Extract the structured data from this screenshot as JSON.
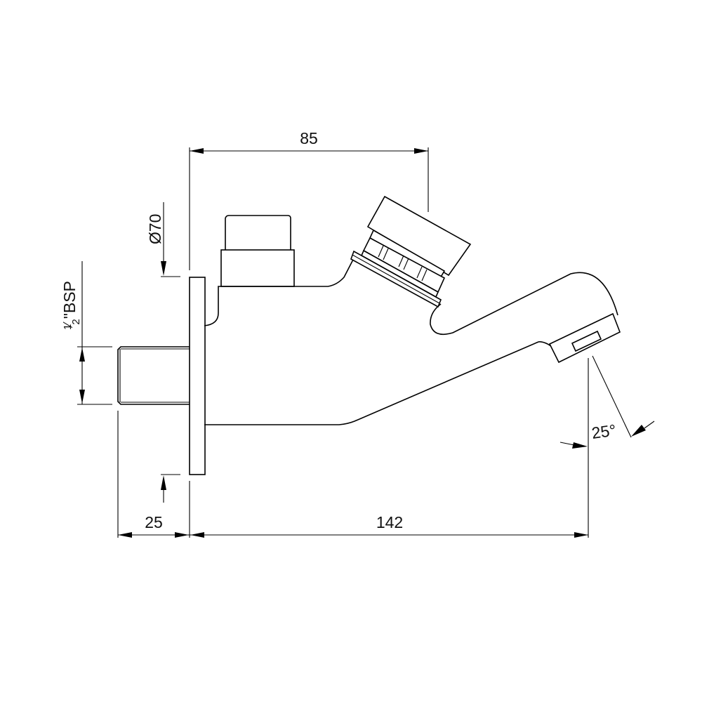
{
  "drawing": {
    "subject": "wall-mounted self-closing tap, side elevation",
    "colors": {
      "line": "#000000",
      "background": "#ffffff",
      "text": "#111111"
    },
    "dimensions": {
      "overall_width": {
        "label": "85",
        "unit": "mm"
      },
      "flange_diameter": {
        "label": "Ø70",
        "unit": "mm"
      },
      "thread_size": {
        "label": "½\"BSP",
        "fraction": "1/2",
        "suffix": "\"BSP"
      },
      "thread_length": {
        "label": "25",
        "unit": "mm"
      },
      "projection": {
        "label": "142",
        "unit": "mm"
      },
      "spout_angle": {
        "label": "25°",
        "unit": "deg"
      }
    }
  }
}
